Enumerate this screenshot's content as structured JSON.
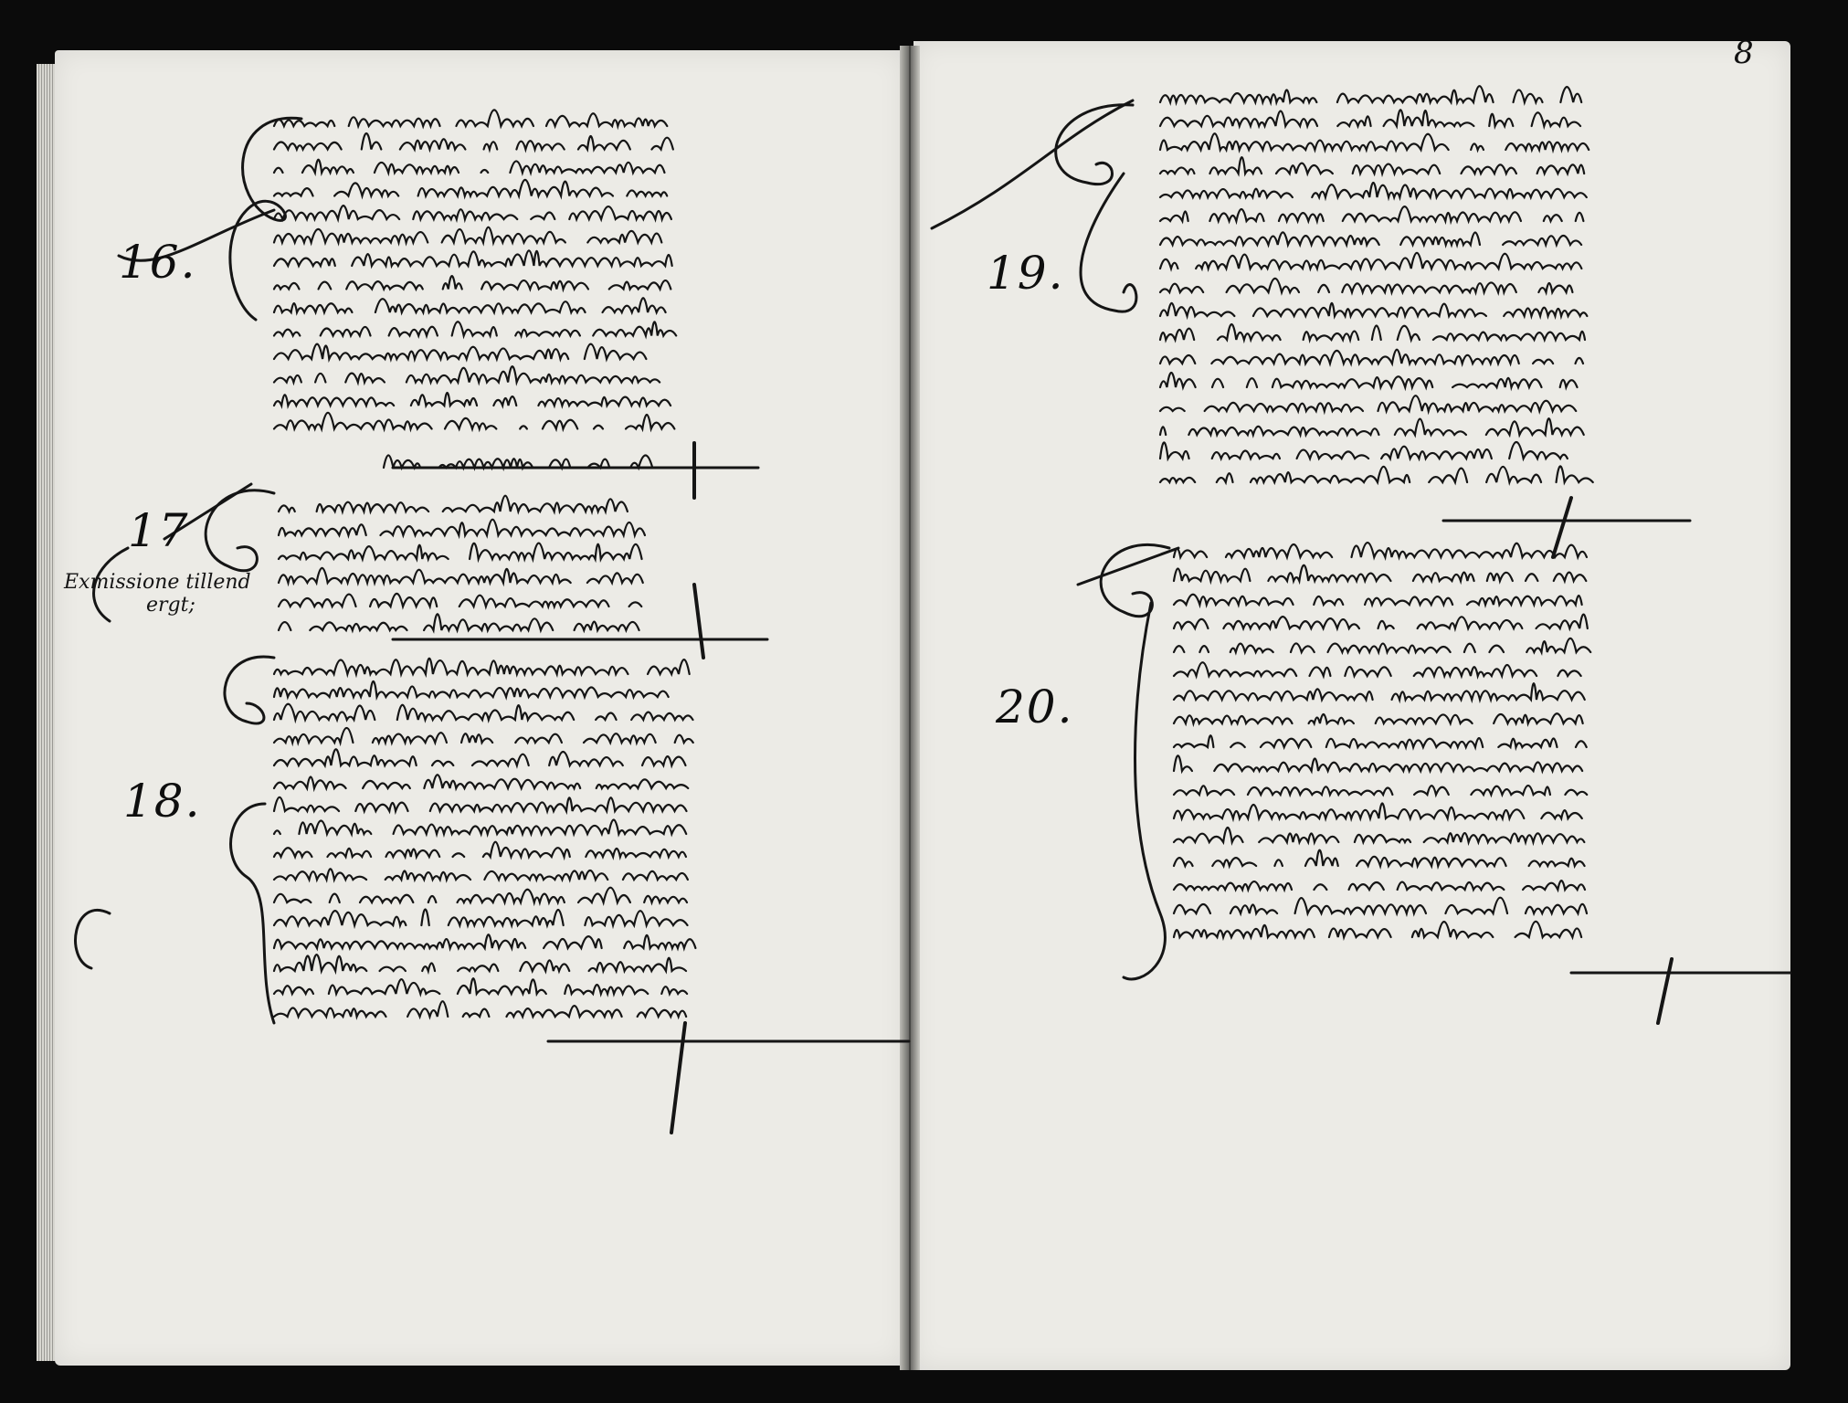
{
  "document": {
    "folio": "8",
    "left_page": {
      "entry_numbers": [
        "16.",
        "17",
        "18."
      ],
      "margin_note": [
        "Exmissione tillend",
        "ergt;"
      ]
    },
    "right_page": {
      "entry_numbers": [
        "19.",
        "20."
      ]
    }
  }
}
